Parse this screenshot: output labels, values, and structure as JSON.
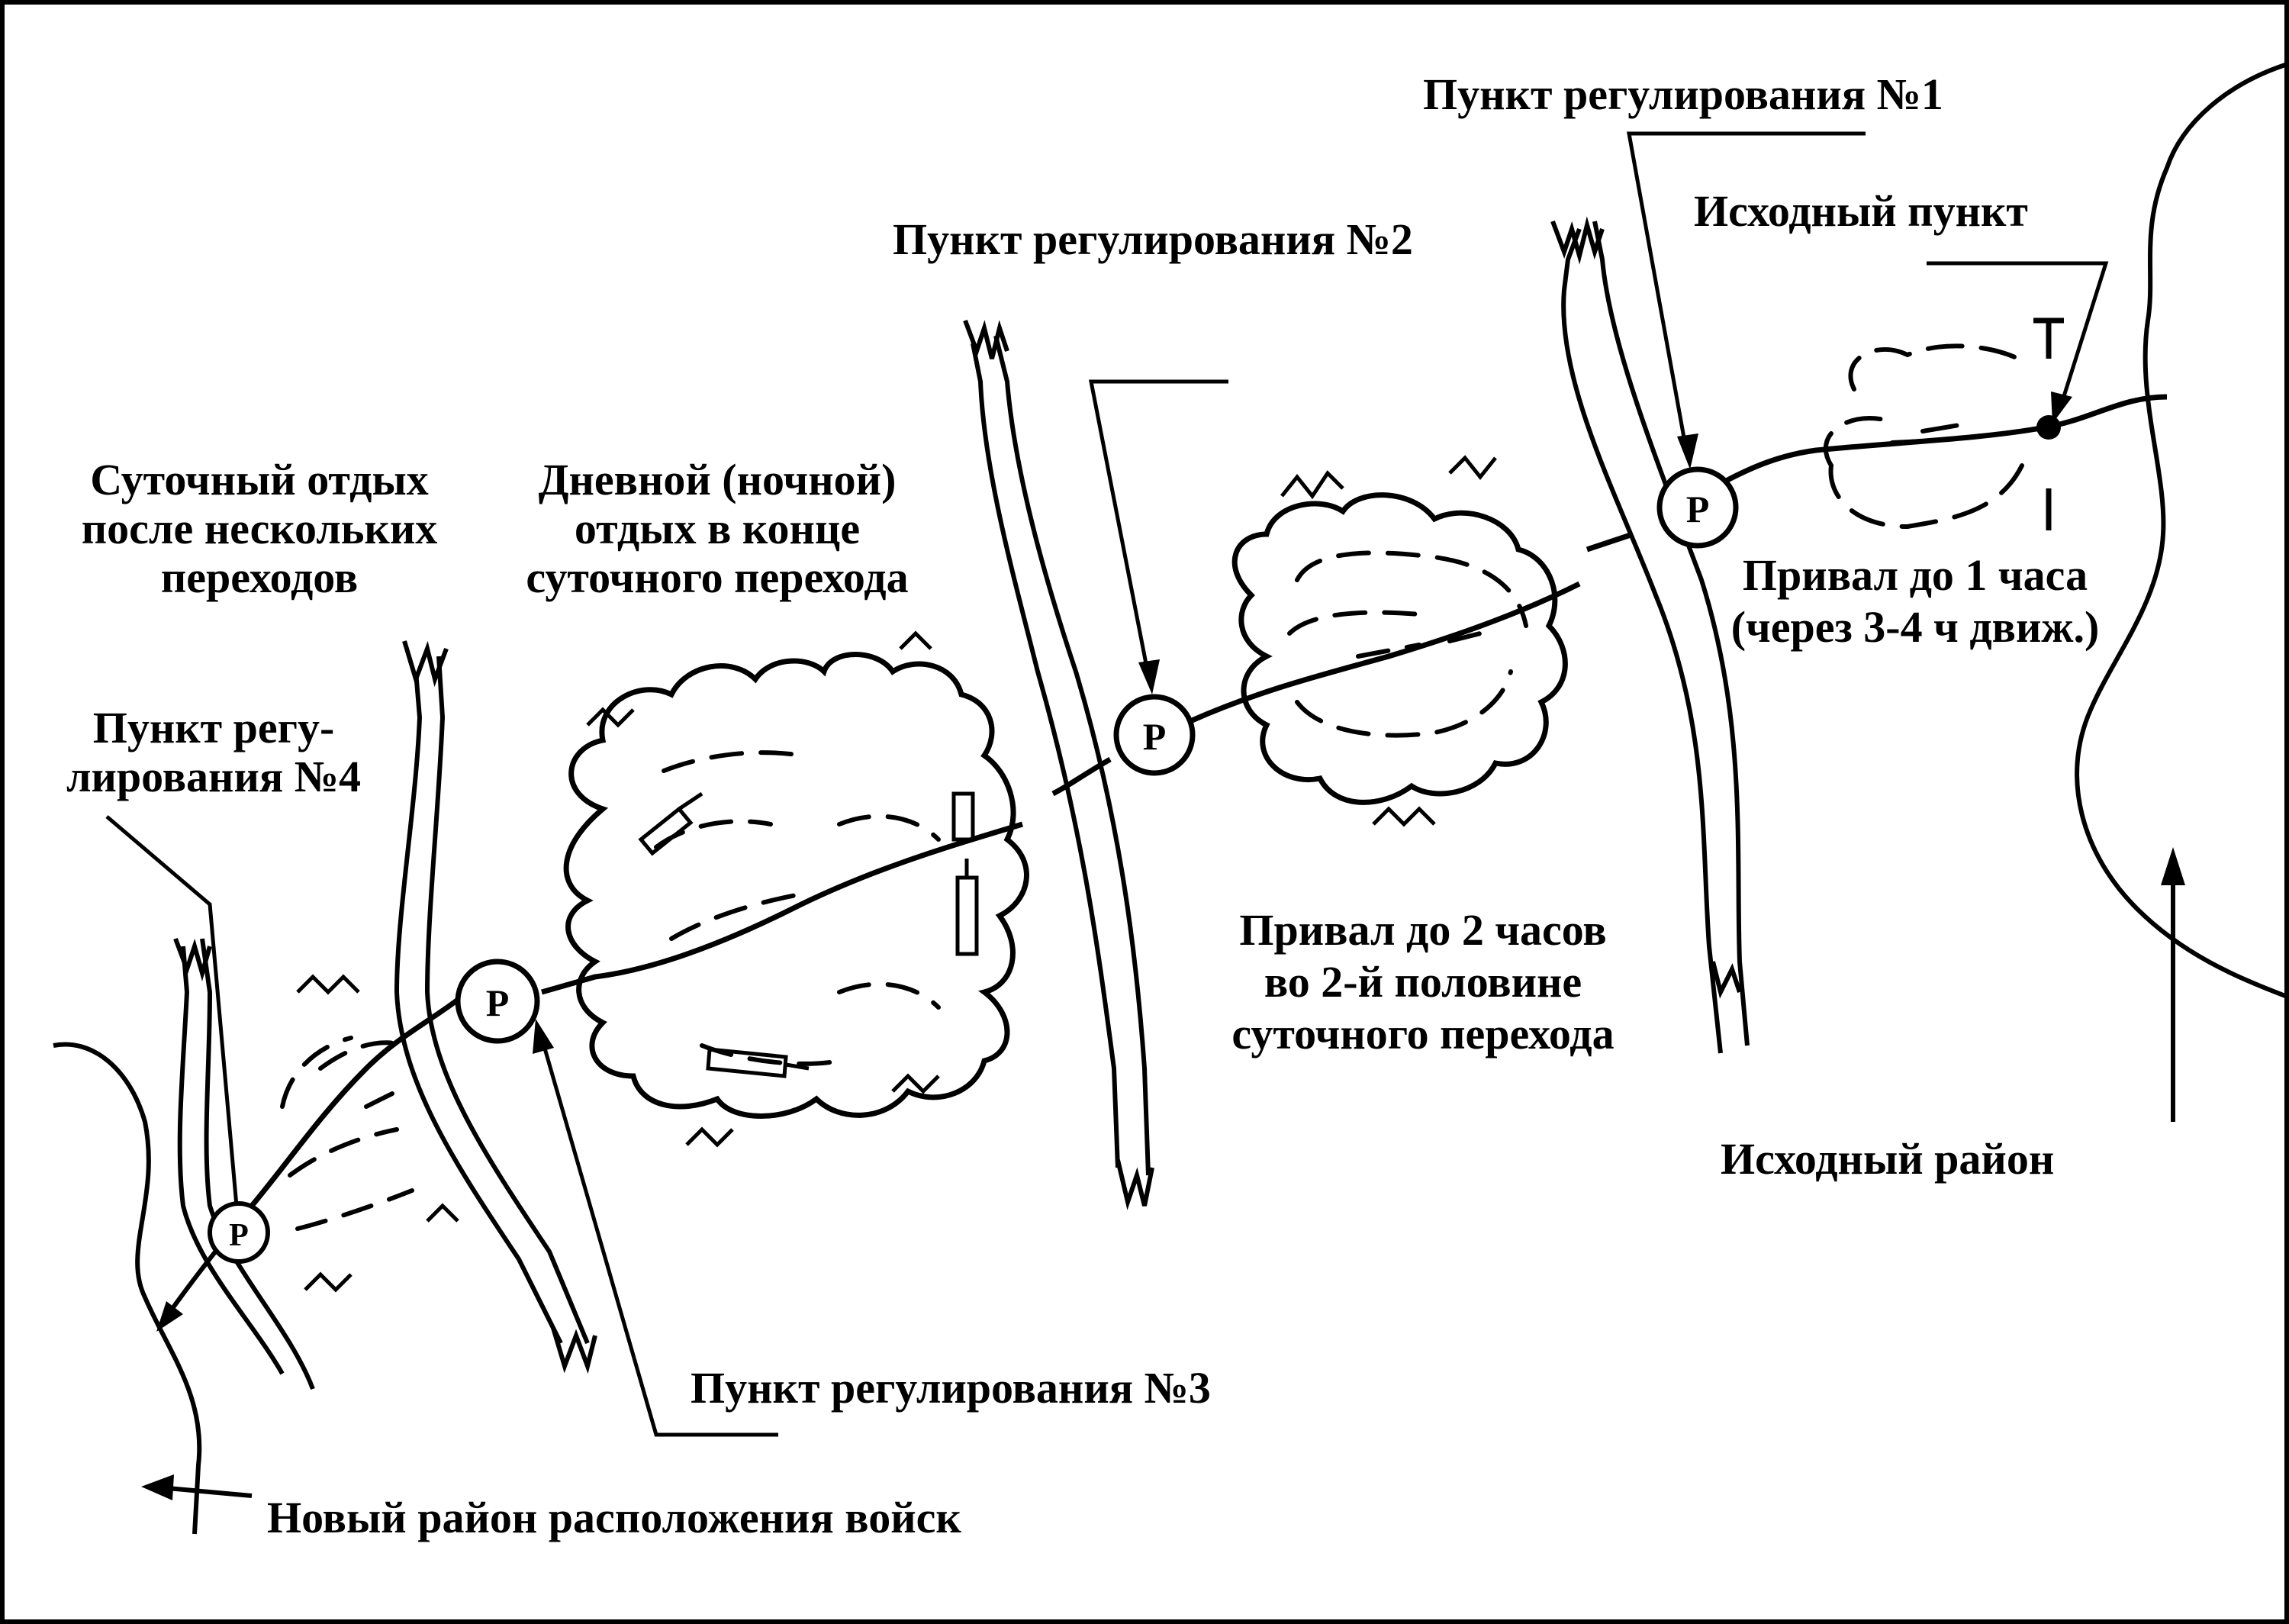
{
  "labels": {
    "pr1": "Пункт регулирования №1",
    "pr2": "Пункт регулирования №2",
    "pr3": "Пункт регулирования №3",
    "pr4": [
      "Пункт регу-",
      "лирования №4"
    ],
    "start_point": "Исходный пункт",
    "halt1": [
      "Привал до 1 часа",
      "(через 3-4 ч движ.)"
    ],
    "halt2": [
      "Привал до 2 часов",
      "во 2-й половине",
      "суточного перехода"
    ],
    "day_rest": [
      "Дневной (ночной)",
      "отдых в конце",
      "суточного перехода"
    ],
    "daily_rest": [
      "Суточный отдых",
      "после нескольких",
      "переходов"
    ],
    "start_area": "Исходный район",
    "new_area": "Новый район расположения войск"
  },
  "post_marker": "Р",
  "colors": {
    "ink": "#000000",
    "paper": "#ffffff"
  }
}
